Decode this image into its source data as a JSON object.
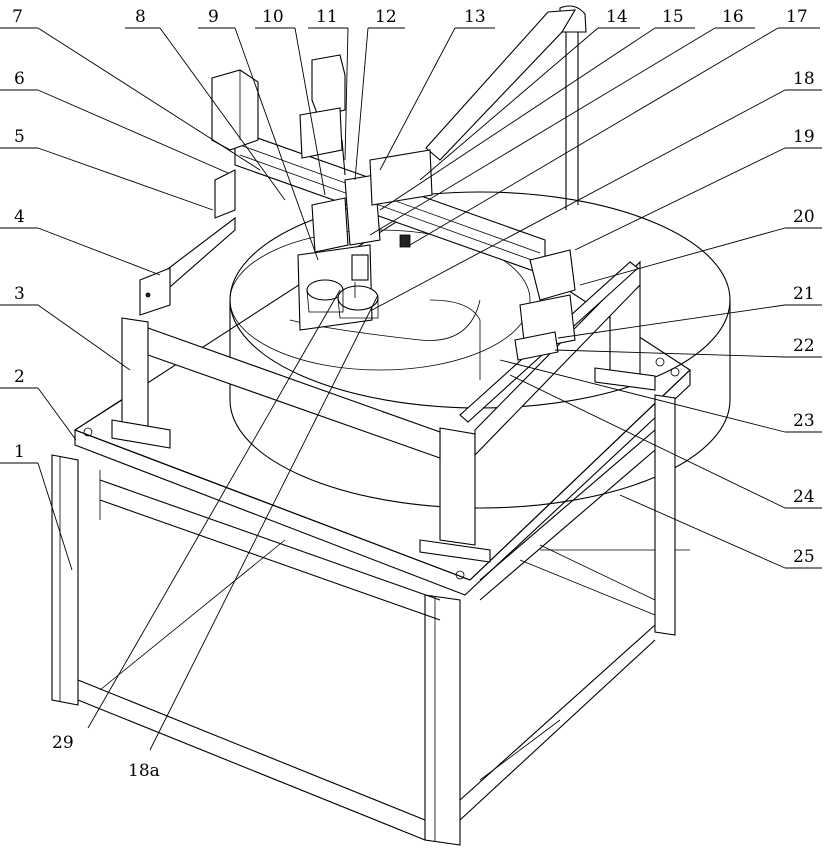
{
  "labels": {
    "top": [
      "7",
      "8",
      "9",
      "10",
      "11",
      "12",
      "13",
      "14",
      "15",
      "16",
      "17"
    ],
    "left": [
      "6",
      "5",
      "4",
      "3",
      "2",
      "1"
    ],
    "right": [
      "18",
      "19",
      "20",
      "21",
      "22",
      "23",
      "24",
      "25"
    ],
    "bottom": [
      "29",
      "18a"
    ]
  }
}
